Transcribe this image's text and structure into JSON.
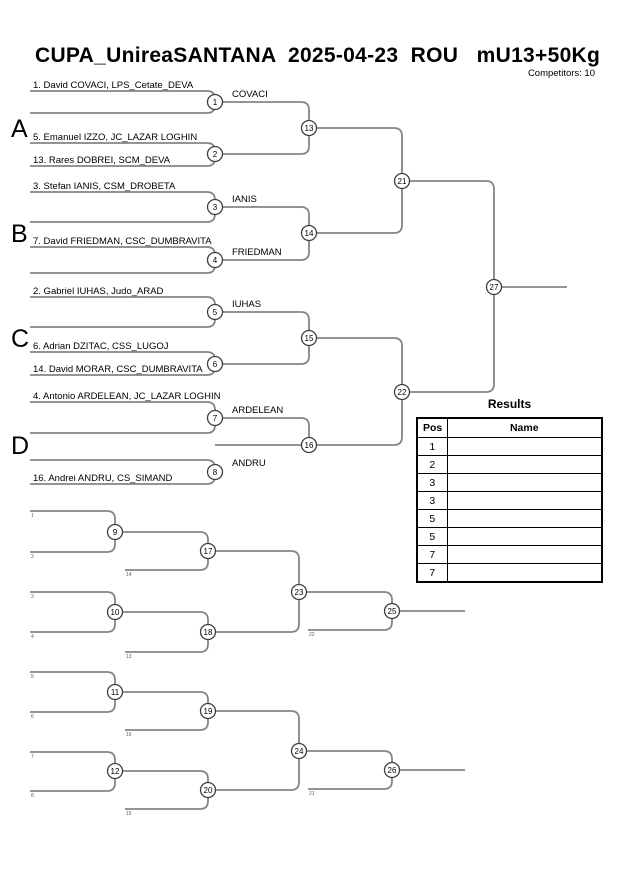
{
  "title": "CUPA_UnireaSANTANA  2025-04-23  ROU   mU13+50Kg",
  "competitors_note": "Competitors: 10",
  "groups": [
    "A",
    "B",
    "C",
    "D"
  ],
  "entries": [
    "1. David COVACI, LPS_Cetate_DEVA",
    "5. Emanuel IZZO, JC_LAZAR LOGHIN",
    "13. Rares DOBREI, SCM_DEVA",
    "3. Stefan IANIS, CSM_DROBETA",
    "7. David FRIEDMAN, CSC_DUMBRAVITA",
    "2. Gabriel IUHAS, Judo_ARAD",
    "6. Adrian DZITAC, CSS_LUGOJ",
    "14. David MORAR, CSC_DUMBRAVITA",
    "4. Antonio ARDELEAN, JC_LAZAR LOGHIN",
    "16. Andrei ANDRU, CS_SIMAND"
  ],
  "advancing": {
    "m1": "COVACI",
    "m3": "IANIS",
    "m4": "FRIEDMAN",
    "m5": "IUHAS",
    "m7": "ARDELEAN",
    "m8": "ANDRU"
  },
  "matches": {
    "m1": "1",
    "m2": "2",
    "m3": "3",
    "m4": "4",
    "m5": "5",
    "m6": "6",
    "m7": "7",
    "m8": "8",
    "m9": "9",
    "m10": "10",
    "m11": "11",
    "m12": "12",
    "m13": "13",
    "m14": "14",
    "m15": "15",
    "m16": "16",
    "m17": "17",
    "m18": "18",
    "m19": "19",
    "m20": "20",
    "m21": "21",
    "m22": "22",
    "m23": "23",
    "m24": "24",
    "m25": "25",
    "m26": "26",
    "m27": "27"
  },
  "slot_labels": {
    "s1": "1",
    "s2": "2",
    "s3": "3",
    "s4": "4",
    "s5": "5",
    "s6": "6",
    "s7": "7",
    "s8": "8",
    "f17": "14",
    "f18": "13",
    "f19": "16",
    "f20": "15",
    "f25": "22",
    "f26": "21"
  },
  "results": {
    "heading": "Results",
    "col_pos": "Pos",
    "col_name": "Name",
    "rows": [
      {
        "pos": "1",
        "name": ""
      },
      {
        "pos": "2",
        "name": ""
      },
      {
        "pos": "3",
        "name": ""
      },
      {
        "pos": "3",
        "name": ""
      },
      {
        "pos": "5",
        "name": ""
      },
      {
        "pos": "5",
        "name": ""
      },
      {
        "pos": "7",
        "name": ""
      },
      {
        "pos": "7",
        "name": ""
      }
    ]
  },
  "colors": {
    "bracket_line": "#858585",
    "stub_line": "#2b2b2b",
    "circle_stroke": "#3d3d3d",
    "text": "#000000"
  }
}
